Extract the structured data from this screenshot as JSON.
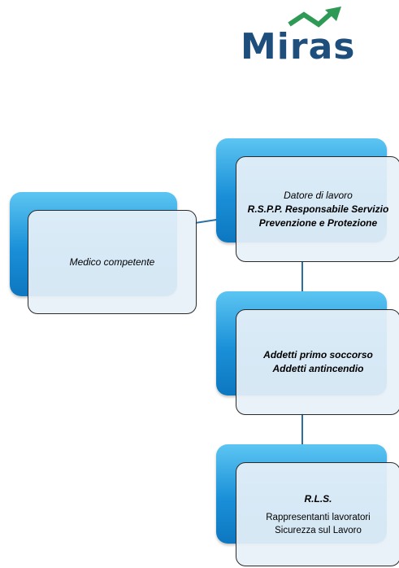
{
  "logo": {
    "text": "Miras",
    "icon": "rising-arrow-icon"
  },
  "nodes": {
    "datore": {
      "line1": "Datore di lavoro",
      "line2": "R.S.P.P. Responsabile Servizio",
      "line3": "Prevenzione e Protezione"
    },
    "medico": {
      "label": "Medico competente"
    },
    "addetti": {
      "line1": "Addetti primo soccorso",
      "line2": "Addetti antincendio"
    },
    "rls": {
      "title": "R.L.S.",
      "line1": "Rappresentanti lavoratori",
      "line2": "Sicurezza sul Lavoro"
    }
  },
  "colors": {
    "box_blue": "#1a90d8",
    "logo_blue": "#1d4e7c",
    "logo_green": "#2f9a55"
  }
}
